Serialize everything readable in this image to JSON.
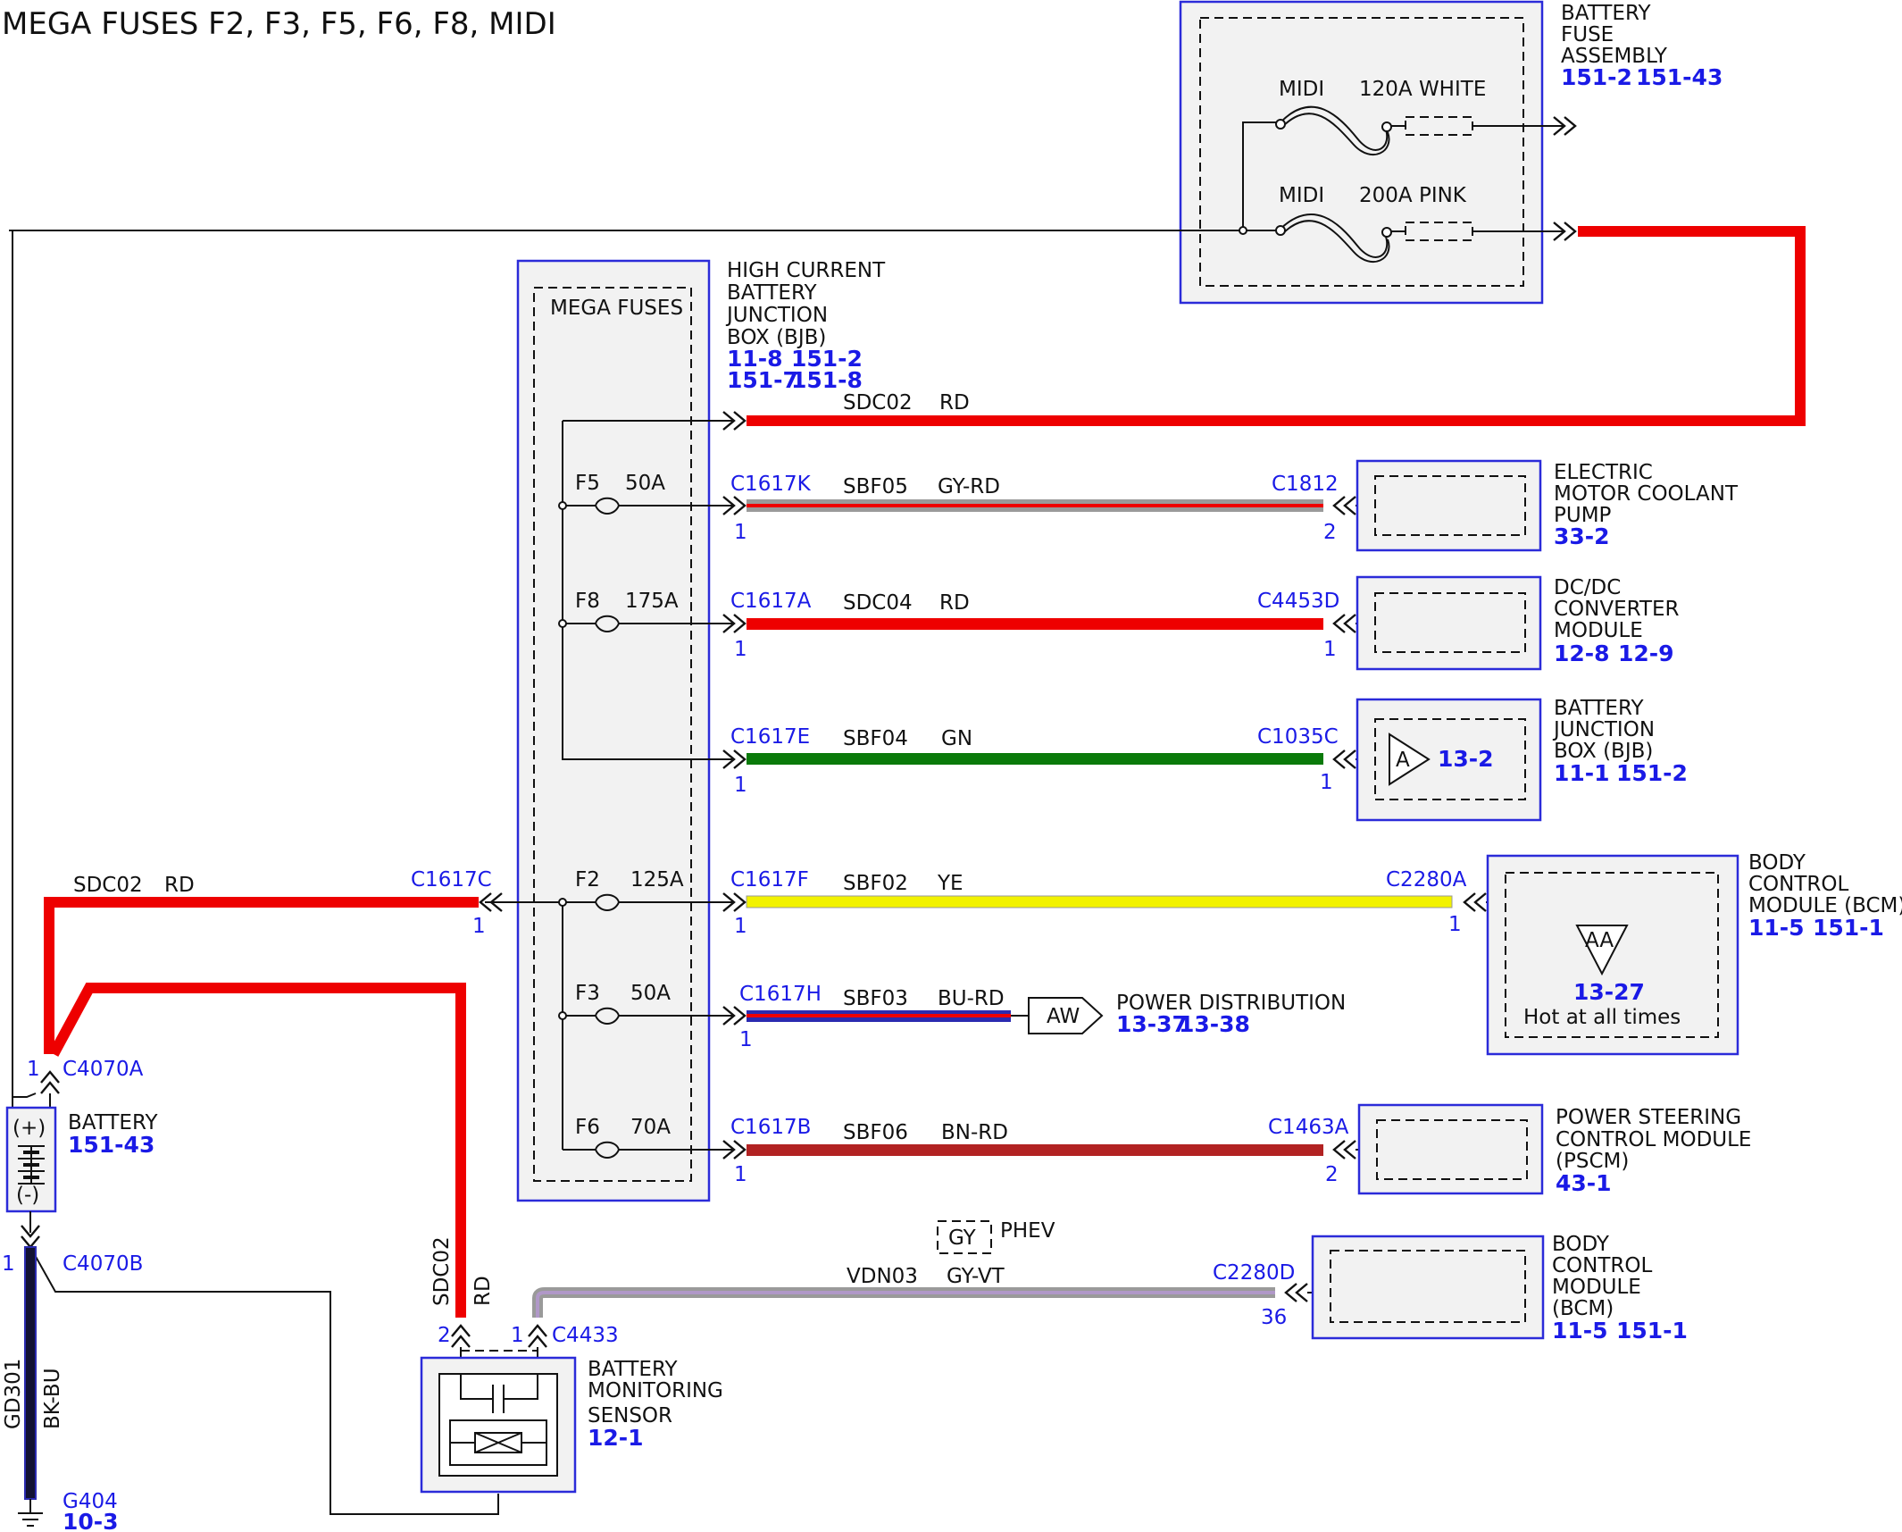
{
  "title": "MEGA FUSES F2, F3, F5, F6, F8, MIDI",
  "battery_fuse_assembly": {
    "name_lines": [
      "BATTERY",
      "FUSE",
      "ASSEMBLY"
    ],
    "refs": [
      "151-2",
      "151-43"
    ],
    "fuse1_name": "MIDI",
    "fuse1_rating": "120A WHITE",
    "fuse2_name": "MIDI",
    "fuse2_rating": "200A PINK"
  },
  "hcbjb": {
    "name_lines": [
      "HIGH CURRENT",
      "BATTERY",
      "JUNCTION",
      "BOX (BJB)"
    ],
    "refs_row1": [
      "11-8",
      "151-2"
    ],
    "refs_row2": [
      "151-7",
      "151-8"
    ],
    "inner_label": "MEGA FUSES"
  },
  "fuses": {
    "f5": {
      "name": "F5",
      "rating": "50A"
    },
    "f8": {
      "name": "F8",
      "rating": "175A"
    },
    "f2": {
      "name": "F2",
      "rating": "125A"
    },
    "f3": {
      "name": "F3",
      "rating": "50A"
    },
    "f6": {
      "name": "F6",
      "rating": "70A"
    }
  },
  "circuits": {
    "top": {
      "circuit": "SDC02",
      "color": "RD"
    },
    "sbf05": {
      "from_conn": "C1617K",
      "from_pin": "1",
      "circuit": "SBF05",
      "color": "GY-RD",
      "to_conn": "C1812",
      "to_pin": "2"
    },
    "sdc04": {
      "from_conn": "C1617A",
      "from_pin": "1",
      "circuit": "SDC04",
      "color": "RD",
      "to_conn": "C4453D",
      "to_pin": "1"
    },
    "sbf04": {
      "from_conn": "C1617E",
      "from_pin": "1",
      "circuit": "SBF04",
      "color": "GN",
      "to_conn": "C1035C",
      "to_pin": "1"
    },
    "sbf02": {
      "from_conn": "C1617F",
      "from_pin": "1",
      "circuit": "SBF02",
      "color": "YE",
      "to_conn": "C2280A",
      "to_pin": "1"
    },
    "sbf03": {
      "from_conn": "C1617H",
      "from_pin": "1",
      "circuit": "SBF03",
      "color": "BU-RD"
    },
    "sbf06": {
      "from_conn": "C1617B",
      "from_pin": "1",
      "circuit": "SBF06",
      "color": "BN-RD",
      "to_conn": "C1463A",
      "to_pin": "2"
    },
    "sdc02_left": {
      "circuit": "SDC02",
      "color": "RD",
      "conn": "C1617C",
      "pin": "1"
    },
    "vdn03": {
      "circuit": "VDN03",
      "color": "GY-VT",
      "to_conn": "C2280D",
      "to_pin": "36"
    },
    "bms_wire": {
      "circuit": "SDC02",
      "color": "RD"
    },
    "ground": {
      "circuit": "GD301",
      "color": "BK-BU"
    }
  },
  "components": {
    "coolant_pump": {
      "lines": [
        "ELECTRIC",
        "MOTOR COOLANT",
        "PUMP"
      ],
      "refs": [
        "33-2"
      ]
    },
    "dcdc": {
      "lines": [
        "DC/DC",
        "CONVERTER",
        "MODULE"
      ],
      "refs": [
        "12-8",
        "12-9"
      ]
    },
    "bjb": {
      "lines": [
        "BATTERY",
        "JUNCTION",
        "BOX (BJB)"
      ],
      "refs": [
        "11-1",
        "151-2"
      ],
      "symbol": "A",
      "symbol_ref": "13-2"
    },
    "bcm1": {
      "lines": [
        "BODY",
        "CONTROL",
        "MODULE (BCM)"
      ],
      "refs": [
        "11-5",
        "151-1"
      ],
      "symbol": "AA",
      "symbol_ref": "13-27",
      "note": "Hot at all times"
    },
    "power_dist": {
      "symbol": "AW",
      "label": "POWER DISTRIBUTION",
      "refs": [
        "13-37",
        "13-38"
      ]
    },
    "pscm": {
      "lines": [
        "POWER STEERING",
        "CONTROL MODULE",
        "(PSCM)"
      ],
      "refs": [
        "43-1"
      ]
    },
    "bcm2": {
      "lines": [
        "BODY",
        "CONTROL",
        "MODULE",
        "(BCM)"
      ],
      "refs": [
        "11-5",
        "151-1"
      ]
    },
    "battery": {
      "label": "BATTERY",
      "ref": "151-43",
      "plus": "(+)",
      "minus": "(-)"
    },
    "bms": {
      "lines": [
        "BATTERY",
        "MONITORING",
        "SENSOR"
      ],
      "ref": "12-1"
    },
    "phev": {
      "tag": "GY",
      "label": "PHEV"
    }
  },
  "connectors": {
    "c4070a": {
      "name": "C4070A",
      "pin": "1"
    },
    "c4070b": {
      "name": "C4070B",
      "pin": "1"
    },
    "c4433": {
      "name": "C4433",
      "pin1": "1",
      "pin2": "2"
    },
    "g404": {
      "name": "G404",
      "ref": "10-3"
    }
  },
  "wire_colors": {
    "red": "#ee0000",
    "gray": "#9a9a9a",
    "green": "#0a7a0a",
    "yellow": "#f2f200",
    "blue": "#2a2ab0",
    "brown": "#b22222",
    "gray_violet": "#b098c8",
    "black_blue": "#111133",
    "accent_blue": "#1a1ae6",
    "box_border": "#2b2bd9"
  }
}
